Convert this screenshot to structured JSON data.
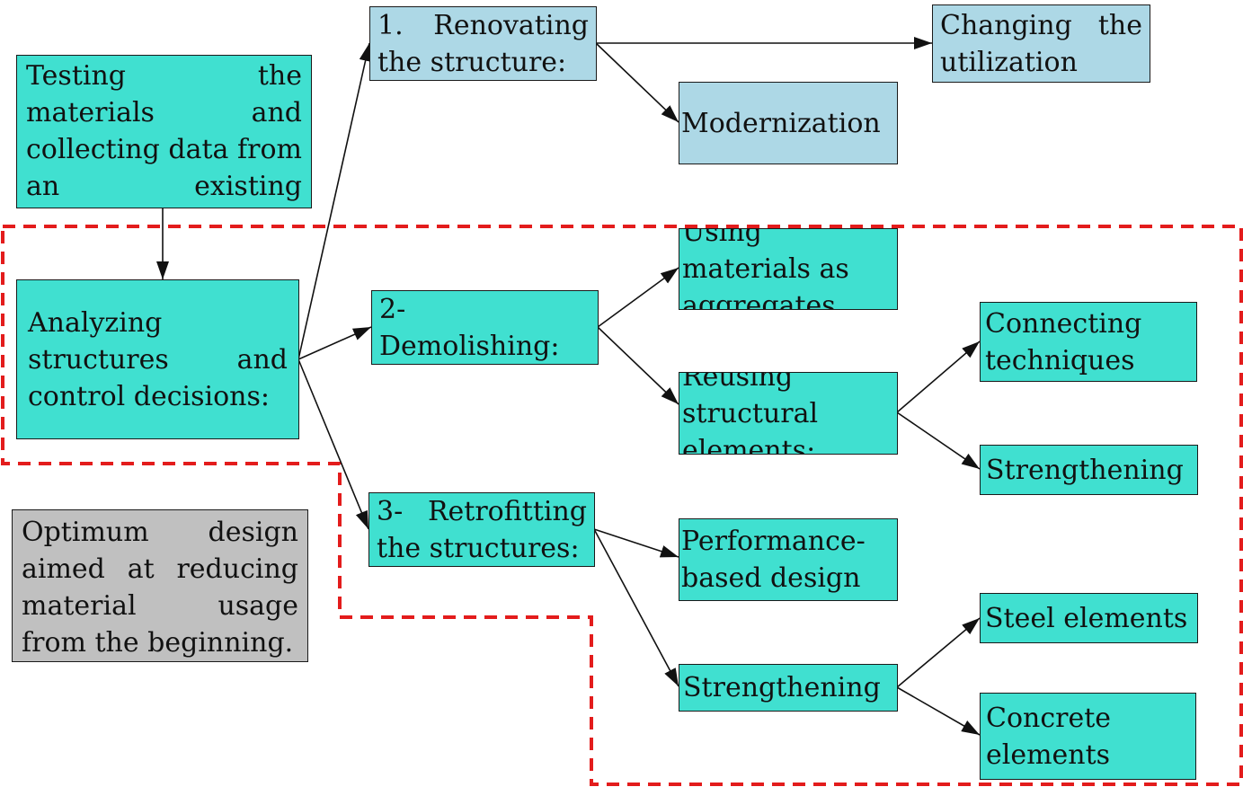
{
  "colors": {
    "teal": "#40e0d0",
    "blue": "#add8e6",
    "gray": "#c0c0c0",
    "dash": "#e31c1c",
    "edge": "#111111"
  },
  "nodes": {
    "testing": "Testing the materials and collecting data from an existing building:",
    "analyzing": "Analyzing structures and control decisions:",
    "optimum": "Optimum design aimed at reducing material usage from the beginning.",
    "renovating": "1. Renovating the structure:",
    "changing": "Changing the utilization",
    "modernization": "Modernization",
    "demolishing": "2- Demolishing:",
    "aggregates": "Using materials as aggregates",
    "reusing": "Reusing structural elements:",
    "connecting": "Connecting techniques",
    "strengthening_reuse": "Strengthening",
    "retrofitting": "3- Retrofitting the structures:",
    "performance": "Performance-based design",
    "strengthening_retro": "Strengthening",
    "steel": "Steel elements",
    "concrete": "Concrete elements"
  }
}
